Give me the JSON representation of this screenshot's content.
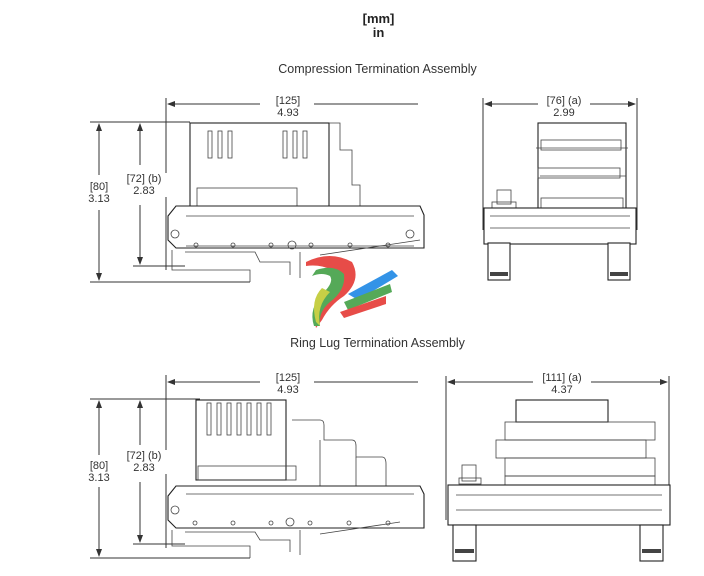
{
  "units": {
    "primary": "[mm]",
    "secondary": "in"
  },
  "sections": [
    {
      "title": "Compression Termination Assembly",
      "side_view": {
        "width": {
          "mm": "[125]",
          "in": "4.93"
        },
        "overall_height": {
          "mm": "[80]",
          "in": "3.13"
        },
        "module_height": {
          "mm": "[72] (b)",
          "in": "2.83"
        }
      },
      "end_view": {
        "width": {
          "mm": "[76] (a)",
          "in": "2.99"
        }
      }
    },
    {
      "title": "Ring Lug Termination Assembly",
      "side_view": {
        "width": {
          "mm": "[125]",
          "in": "4.93"
        },
        "overall_height": {
          "mm": "[80]",
          "in": "3.13"
        },
        "module_height": {
          "mm": "[72] (b)",
          "in": "2.83"
        }
      },
      "end_view": {
        "width": {
          "mm": "[111] (a)",
          "in": "4.37"
        }
      }
    }
  ],
  "watermark": {
    "name": "logo-watermark",
    "colors": [
      "#1e88e5",
      "#43a047",
      "#e53935",
      "#c0ca33"
    ]
  }
}
